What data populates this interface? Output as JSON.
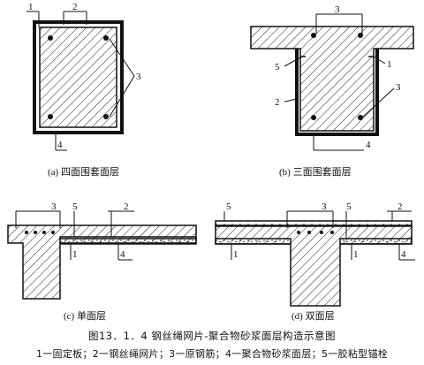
{
  "callouts": {
    "one": "1",
    "two": "2",
    "three": "3",
    "four": "4",
    "five": "5"
  },
  "captions": {
    "a": "(a) 四面围套面层",
    "b": "(b) 三面围套面层",
    "c": "(c) 单面层",
    "d": "(d) 双面层"
  },
  "figure_title": "图13．1．4 钢丝绳网片-聚合物砂浆面层构造示意图",
  "legend": "1一固定板；2一钢丝绳网片；3一原钢筋；4一聚合物砂浆面层；5一胶粘型锚栓"
}
